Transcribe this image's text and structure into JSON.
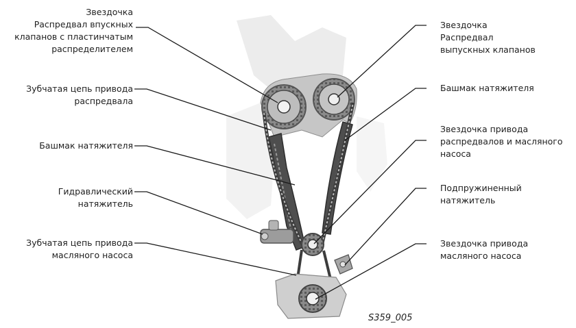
{
  "labels": {
    "intake_sprocket": [
      "Звездочка",
      "Распредвал впускных",
      "клапанов с пластинчатым",
      "распределителем"
    ],
    "cam_drive_chain": [
      "Зубчатая цепь привода",
      "распредвала"
    ],
    "tensioner_shoe_left": [
      "Башмак натяжителя"
    ],
    "hydraulic_tensioner": [
      "Гидравлический",
      "натяжитель"
    ],
    "oil_pump_chain": [
      "Зубчатая цепь привода",
      "масляного насоса"
    ],
    "exhaust_sprocket": [
      "Звездочка",
      "Распредвал",
      "выпускных клапанов"
    ],
    "tensioner_shoe_right": [
      "Башмак натяжителя"
    ],
    "drive_sprocket": [
      "Звездочка привода",
      "распредвалов и масляного",
      "насоса"
    ],
    "spring_tensioner": [
      "Подпружиненный",
      "натяжитель"
    ],
    "oil_pump_sprocket": [
      "Звездочка привода",
      "масляного насоса"
    ]
  },
  "figure_code": "S359_005"
}
